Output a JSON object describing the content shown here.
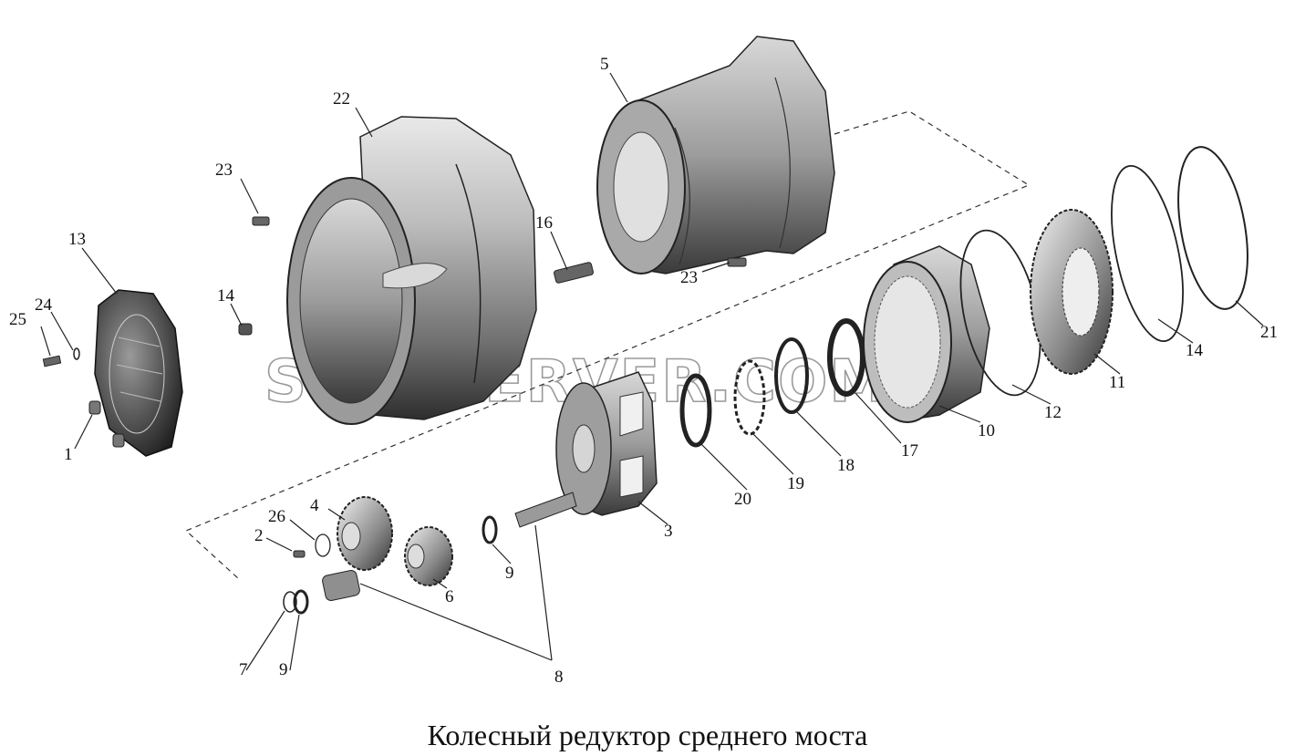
{
  "caption": "Колесный редуктор среднего моста",
  "watermark": "SPECSERVER.COM",
  "callouts": {
    "c1": "1",
    "c2": "2",
    "c3": "3",
    "c4": "4",
    "c5": "5",
    "c6": "6",
    "c7": "7",
    "c8": "8",
    "c9a": "9",
    "c9b": "9",
    "c10": "10",
    "c11": "11",
    "c12": "12",
    "c13": "13",
    "c14a": "14",
    "c14b": "14",
    "c16": "16",
    "c17": "17",
    "c18": "18",
    "c19": "19",
    "c20": "20",
    "c21": "21",
    "c22": "22",
    "c23a": "23",
    "c23b": "23",
    "c24": "24",
    "c25": "25",
    "c26": "26"
  }
}
